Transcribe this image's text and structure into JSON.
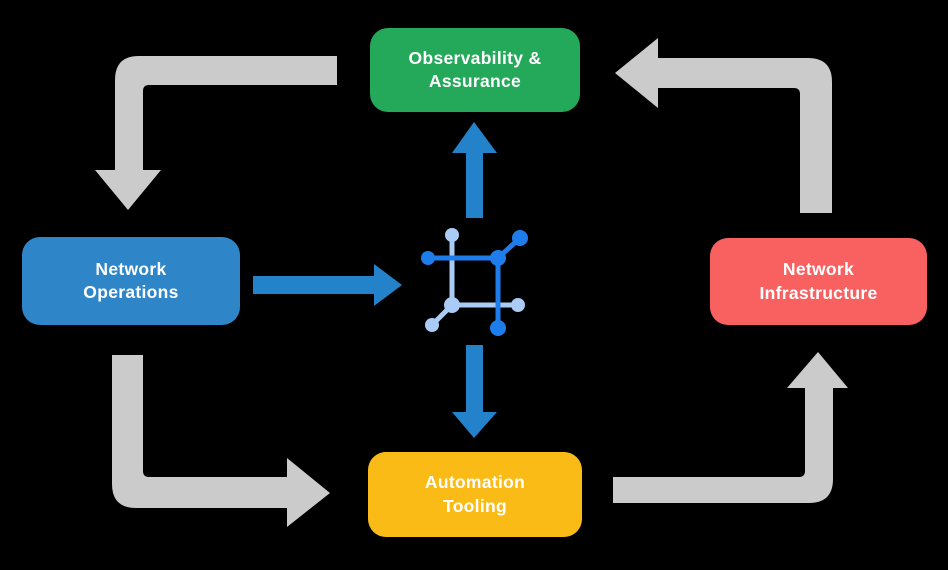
{
  "diagram": {
    "nodes": {
      "observability": {
        "line1": "Observability &",
        "line2": "Assurance",
        "color": "#24A85A"
      },
      "operations": {
        "line1": "Network",
        "line2": "Operations",
        "color": "#2E86C8"
      },
      "infrastructure": {
        "line1": "Network",
        "line2": "Infrastructure",
        "color": "#F96060"
      },
      "automation": {
        "line1": "Automation",
        "line2": "Tooling",
        "color": "#FBBB17"
      }
    },
    "colors": {
      "background": "#000000",
      "arrow_gray": "#CBCBCB",
      "arrow_blue": "#2382C9",
      "icon_blue_dark": "#1E7DEB",
      "icon_blue_light": "#A9CBF5",
      "label_text": "#FFFFFF"
    },
    "center_icon": "network-mesh-icon"
  }
}
